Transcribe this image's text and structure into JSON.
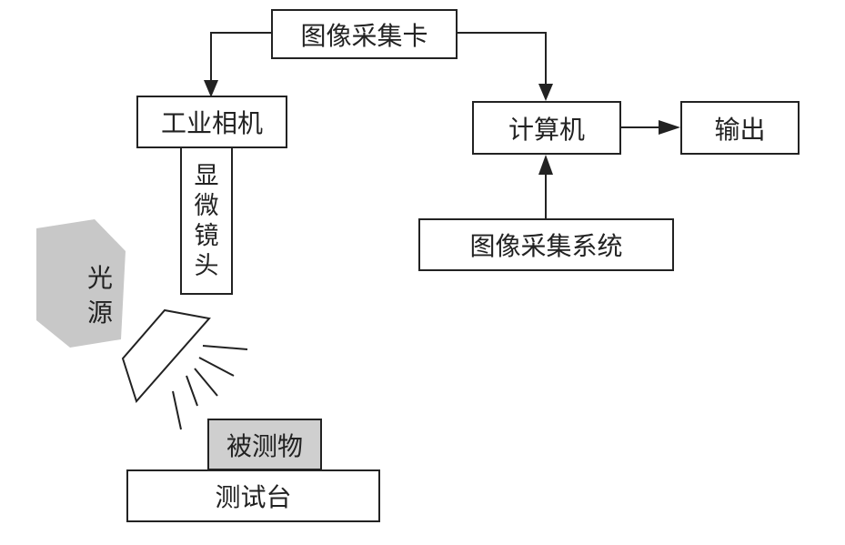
{
  "diagram": {
    "capture_card": "图像采集卡",
    "camera": "工业相机",
    "computer": "计算机",
    "output": "输出",
    "capture_system": "图像采集系统",
    "lens_chars": [
      "显",
      "微",
      "镜",
      "头"
    ],
    "light_chars": [
      "光",
      "源"
    ],
    "object": "被测物",
    "stage": "测试台"
  },
  "colors": {
    "stroke": "#222222",
    "light_source_fill": "#c8c8c8",
    "object_fill": "#cfcfcf"
  }
}
